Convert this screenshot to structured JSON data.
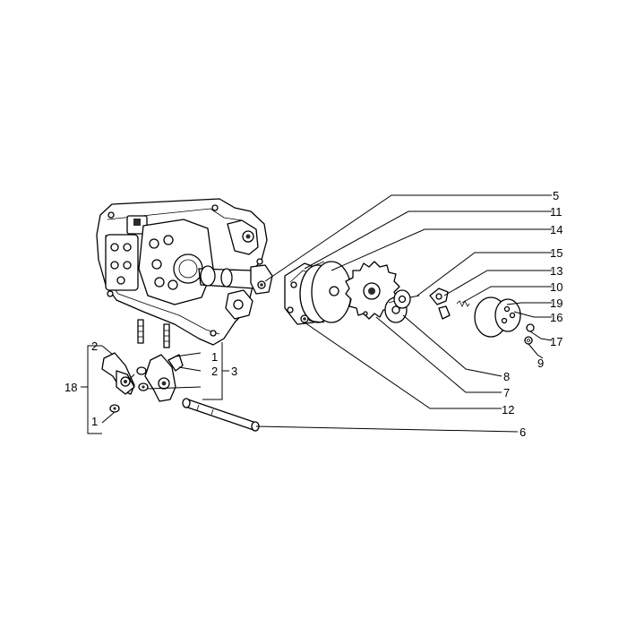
{
  "diagram": {
    "parts": [
      {
        "id": "5",
        "label": "5"
      },
      {
        "id": "11",
        "label": "11"
      },
      {
        "id": "14",
        "label": "14"
      },
      {
        "id": "15",
        "label": "15"
      },
      {
        "id": "13",
        "label": "13"
      },
      {
        "id": "10",
        "label": "10"
      },
      {
        "id": "19",
        "label": "19"
      },
      {
        "id": "16",
        "label": "16"
      },
      {
        "id": "17",
        "label": "17"
      },
      {
        "id": "9",
        "label": "9"
      },
      {
        "id": "8",
        "label": "8"
      },
      {
        "id": "7",
        "label": "7"
      },
      {
        "id": "12",
        "label": "12"
      },
      {
        "id": "6",
        "label": "6"
      },
      {
        "id": "3",
        "label": "3"
      },
      {
        "id": "3a-1",
        "label": "1"
      },
      {
        "id": "3a-2",
        "label": "2"
      },
      {
        "id": "18",
        "label": "18"
      },
      {
        "id": "18a-2",
        "label": "2"
      },
      {
        "id": "18a-1",
        "label": "1"
      }
    ]
  }
}
